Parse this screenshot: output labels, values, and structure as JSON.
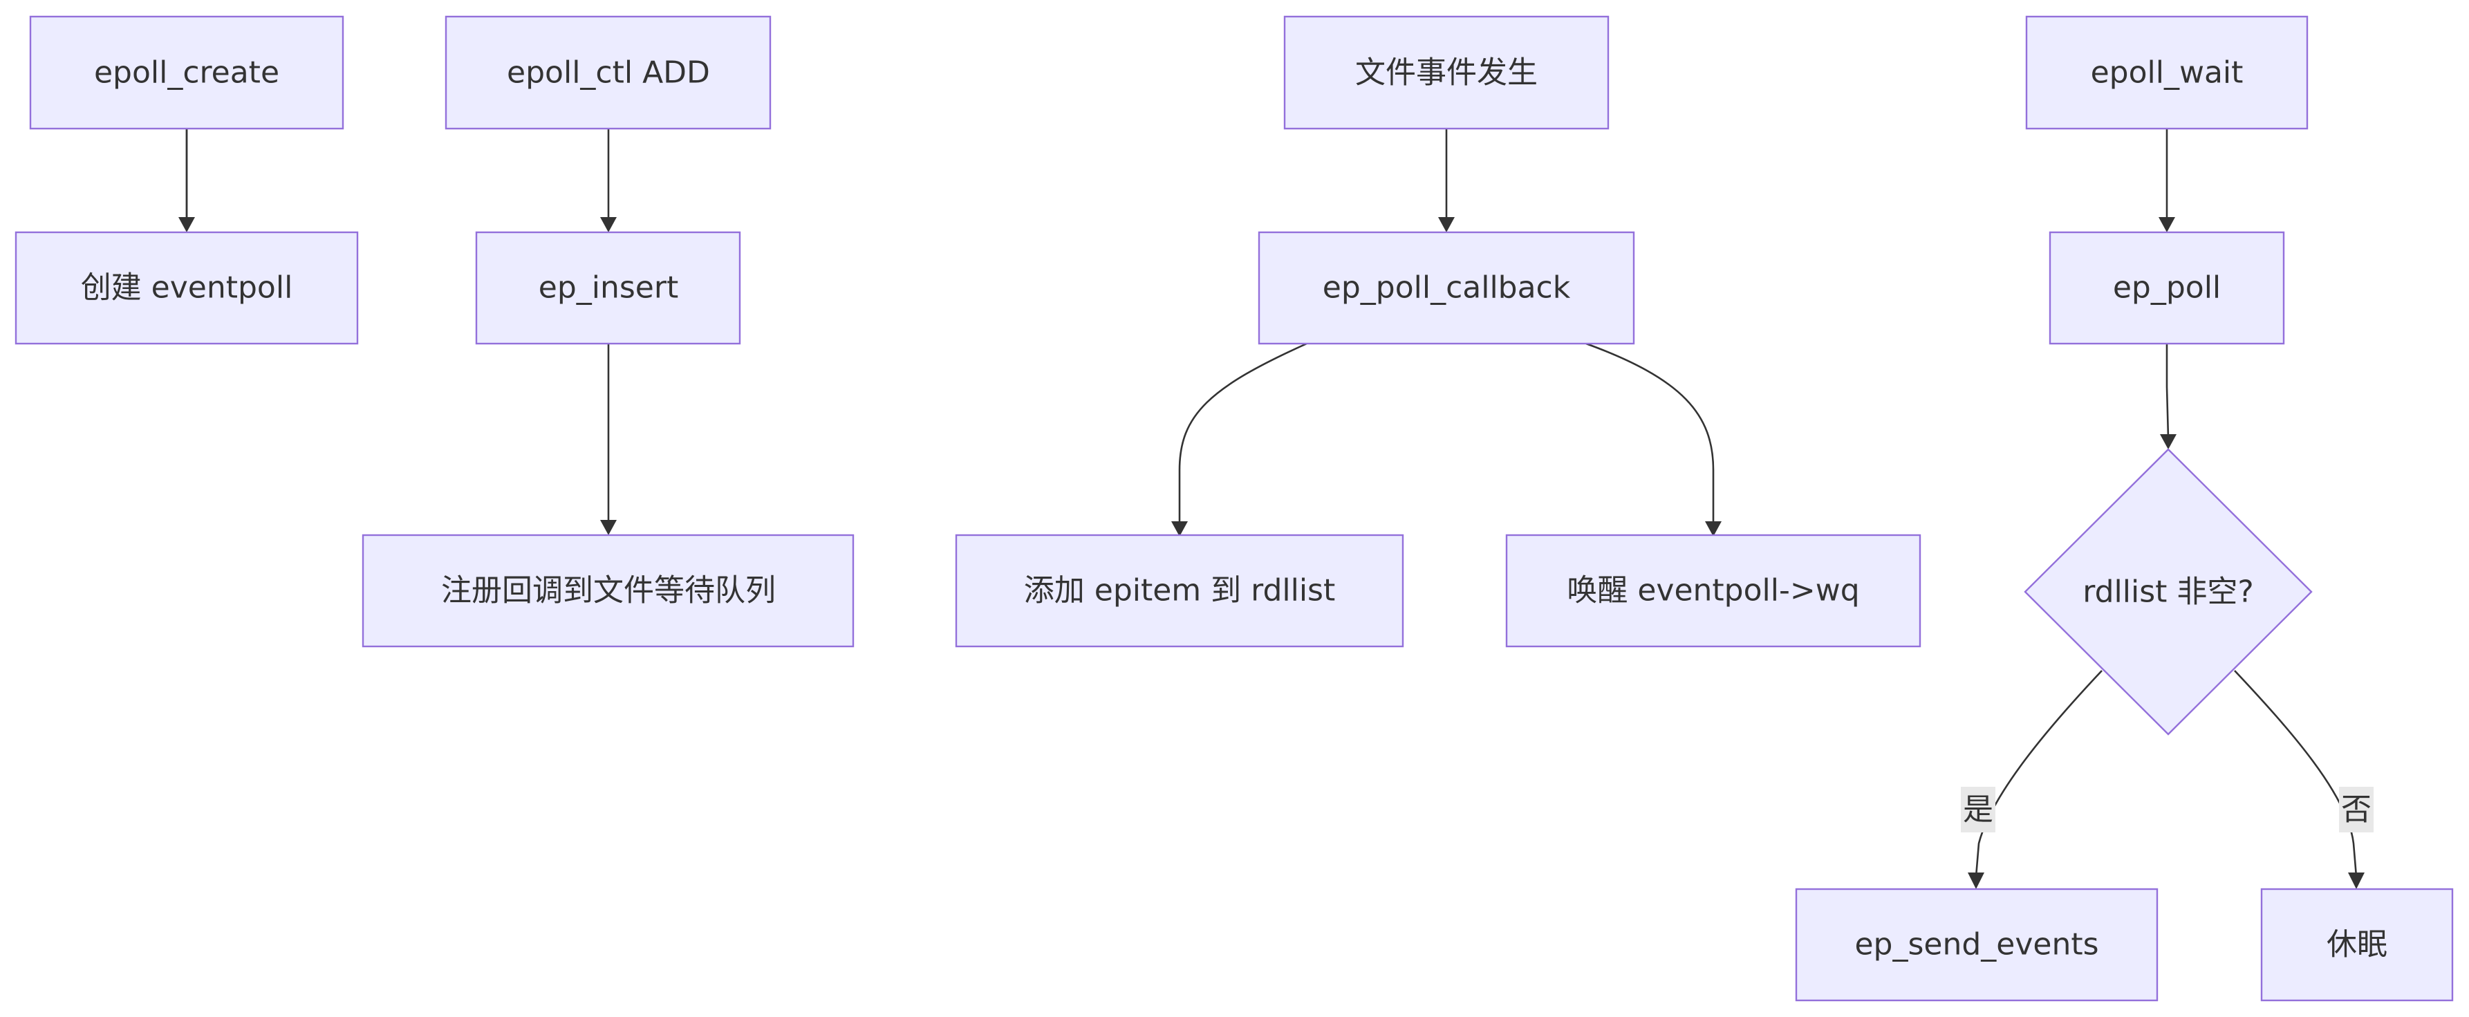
{
  "nodes": {
    "epoll_create": "epoll_create",
    "create_eventpoll": "创建 eventpoll",
    "epoll_ctl_add": "epoll_ctl ADD",
    "ep_insert": "ep_insert",
    "register_callback": "注册回调到文件等待队列",
    "file_event": "文件事件发生",
    "ep_poll_callback": "ep_poll_callback",
    "add_epitem": "添加 epitem 到 rdllist",
    "wakeup_wq": "唤醒 eventpoll->wq",
    "epoll_wait": "epoll_wait",
    "ep_poll": "ep_poll",
    "rdllist_nonempty": "rdllist 非空?",
    "ep_send_events": "ep_send_events",
    "sleep": "休眠"
  },
  "edge_labels": {
    "yes": "是",
    "no": "否"
  },
  "colors": {
    "node_fill": "#ececff",
    "node_stroke": "#9370db",
    "edge": "#333333",
    "label_bg": "#e8e8e8"
  }
}
